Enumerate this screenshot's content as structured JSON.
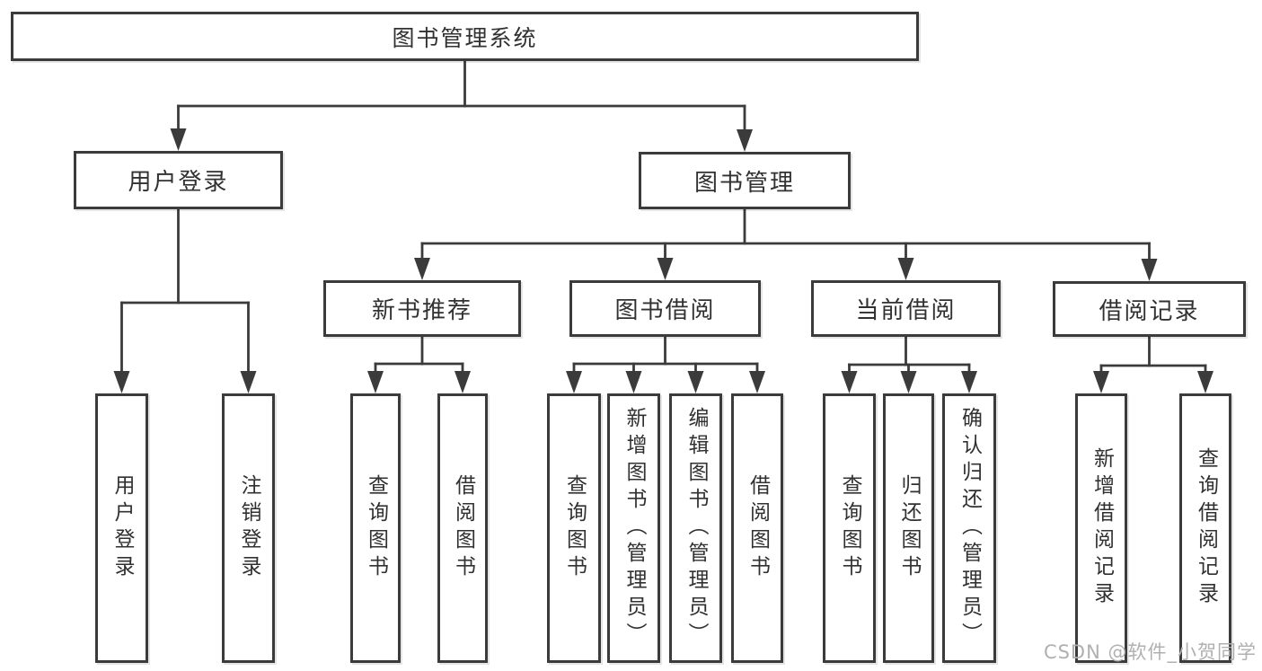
{
  "colors": {
    "ink": "#3b3b3b",
    "background": "#ffffff",
    "watermark_gray": "#b0b0b0"
  },
  "watermark": "CSDN @软件_小贺同学",
  "tree": {
    "root": "图书管理系统",
    "branches": {
      "user_login": "用户登录",
      "book_mgmt": "图书管理",
      "new_book": "新书推荐",
      "borrow": "图书借阅",
      "current": "当前借阅",
      "records": "借阅记录"
    },
    "leaves": {
      "user_login_leaf": "用户登录",
      "logout": "注销登录",
      "nb_query": "查询图书",
      "nb_borrow": "借阅图书",
      "bw_query": "查询图书",
      "bw_add": "新增图书（管理员）",
      "bw_edit": "编辑图书（管理员）",
      "bw_borrow": "借阅图书",
      "cb_query": "查询图书",
      "cb_return": "归还图书",
      "cb_confirm": "确认归还（管理员）",
      "rec_add": "新增借阅记录",
      "rec_query": "查询借阅记录"
    }
  }
}
